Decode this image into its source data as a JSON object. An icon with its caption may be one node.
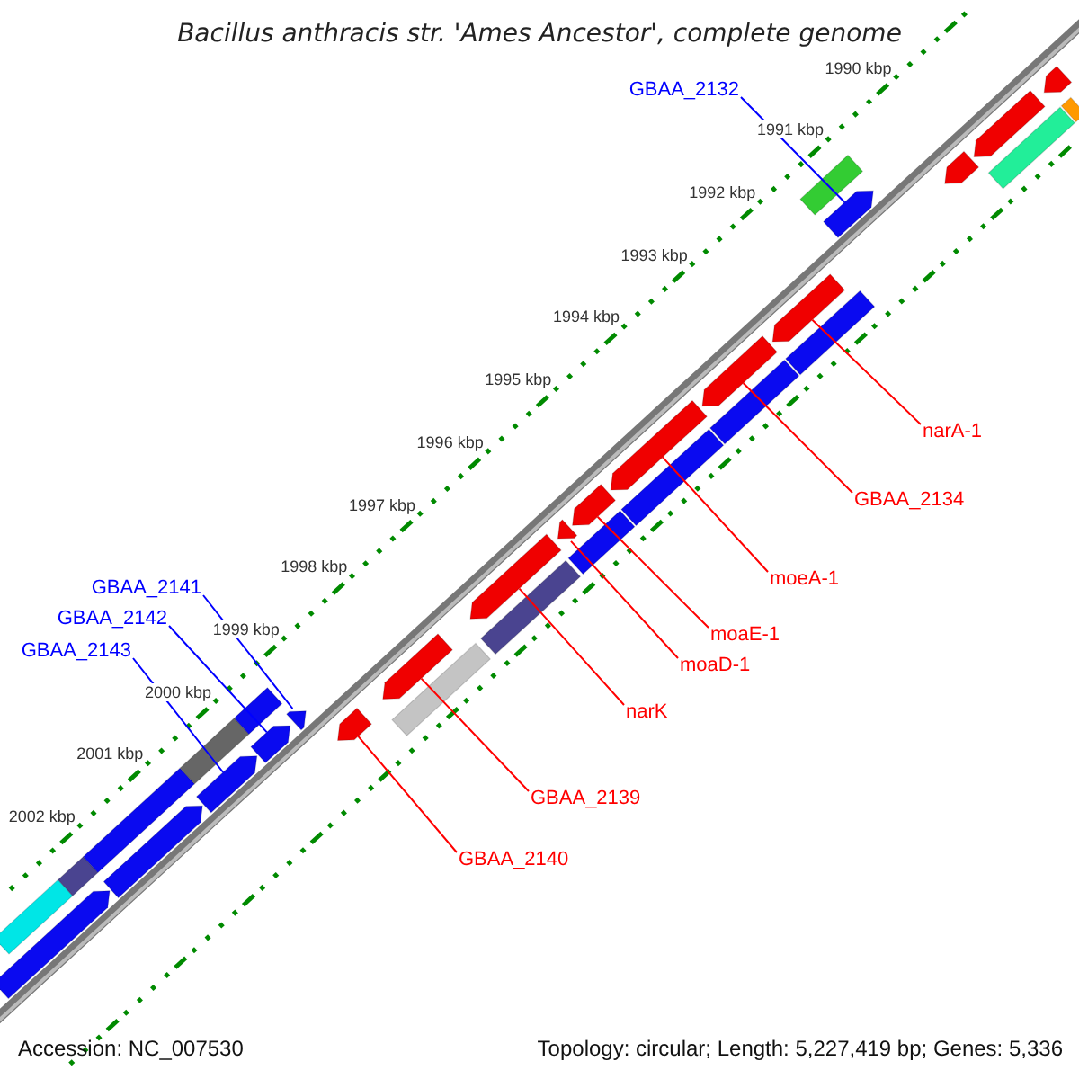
{
  "diagram": {
    "title": "Bacillus anthracis str. 'Ames Ancestor', complete genome",
    "nodes": [
      {
        "text": [
          "GBAA_2132"
        ]
      },
      {
        "text": [
          "GBAA_2141"
        ]
      },
      {
        "text": [
          "GBAA_2142"
        ]
      },
      {
        "text": [
          "GBAA_2143"
        ]
      },
      {
        "text": [
          "narA-1"
        ]
      },
      {
        "text": [
          "GBAA_2134"
        ]
      },
      {
        "text": [
          "moeA-1"
        ]
      },
      {
        "text": [
          "moaE-1"
        ]
      },
      {
        "text": [
          "moaD-1"
        ]
      },
      {
        "text": [
          "narK"
        ]
      },
      {
        "text": [
          "GBAA_2139"
        ]
      },
      {
        "text": [
          "GBAA_2140"
        ]
      },
      {
        "text": [],
        "shape": "bar"
      },
      {
        "text": [],
        "shape": "arrow"
      },
      {
        "text": [],
        "shape": "bar"
      },
      {
        "text": [],
        "shape": "arrow"
      },
      {
        "text": [],
        "shape": "bar"
      },
      {
        "text": [],
        "shape": "arrow"
      },
      {
        "text": [],
        "shape": "bar"
      },
      {
        "text": [],
        "shape": "arrow"
      },
      {
        "text": [],
        "shape": "bar"
      },
      {
        "text": [],
        "shape": "arrow"
      },
      {
        "text": [],
        "shape": "arrow"
      },
      {
        "text": [],
        "shape": "bar"
      },
      {
        "text": [],
        "shape": "arrow"
      },
      {
        "text": [],
        "shape": "bar"
      },
      {
        "text": [],
        "shape": "arrow"
      },
      {
        "text": [],
        "shape": "bar"
      },
      {
        "text": [],
        "shape": "arrow"
      },
      {
        "text": [],
        "shape": "arrow"
      },
      {
        "text": [],
        "shape": "bar"
      },
      {
        "text": [],
        "shape": "arrow"
      },
      {
        "text": [],
        "shape": "bar"
      },
      {
        "text": [],
        "shape": "arrow"
      },
      {
        "text": [],
        "shape": "bar"
      },
      {
        "text": [],
        "shape": "arrow"
      },
      {
        "text": [],
        "shape": "bar"
      },
      {
        "text": [],
        "shape": "arrow"
      },
      {
        "text": [],
        "shape": "arrow"
      },
      {
        "text": [],
        "shape": "arrow"
      },
      {
        "text": [],
        "shape": "bar"
      },
      {
        "text": [],
        "shape": "arrow"
      },
      {
        "text": [],
        "shape": "bar"
      }
    ],
    "edges": [
      {
        "from": 0,
        "to": 37,
        "arrow": "none",
        "color": "#0000ff"
      },
      {
        "from": 1,
        "to": 21,
        "arrow": "none",
        "color": "#0000ff"
      },
      {
        "from": 2,
        "to": 19,
        "arrow": "none",
        "color": "#0000ff"
      },
      {
        "from": 3,
        "to": 17,
        "arrow": "none",
        "color": "#0000ff"
      },
      {
        "from": 4,
        "to": 35,
        "arrow": "none"
      },
      {
        "from": 5,
        "to": 33,
        "arrow": "none"
      },
      {
        "from": 6,
        "to": 31,
        "arrow": "none"
      },
      {
        "from": 7,
        "to": 29,
        "arrow": "none"
      },
      {
        "from": 8,
        "to": 28,
        "arrow": "none"
      },
      {
        "from": 9,
        "to": 26,
        "arrow": "none"
      },
      {
        "from": 10,
        "to": 24,
        "arrow": "none"
      },
      {
        "from": 11,
        "to": 22,
        "arrow": "none"
      }
    ],
    "labels": [
      "1990 kbp",
      "1991 kbp",
      "1992 kbp",
      "1993 kbp",
      "1994 kbp",
      "1995 kbp",
      "1996 kbp",
      "1997 kbp",
      "1998 kbp",
      "1999 kbp",
      "2000 kbp",
      "2001 kbp",
      "2002 kbp",
      "Accession: NC_007530",
      "Topology: circular; Length: 5,227,419 bp; Genes: 5,336"
    ]
  }
}
